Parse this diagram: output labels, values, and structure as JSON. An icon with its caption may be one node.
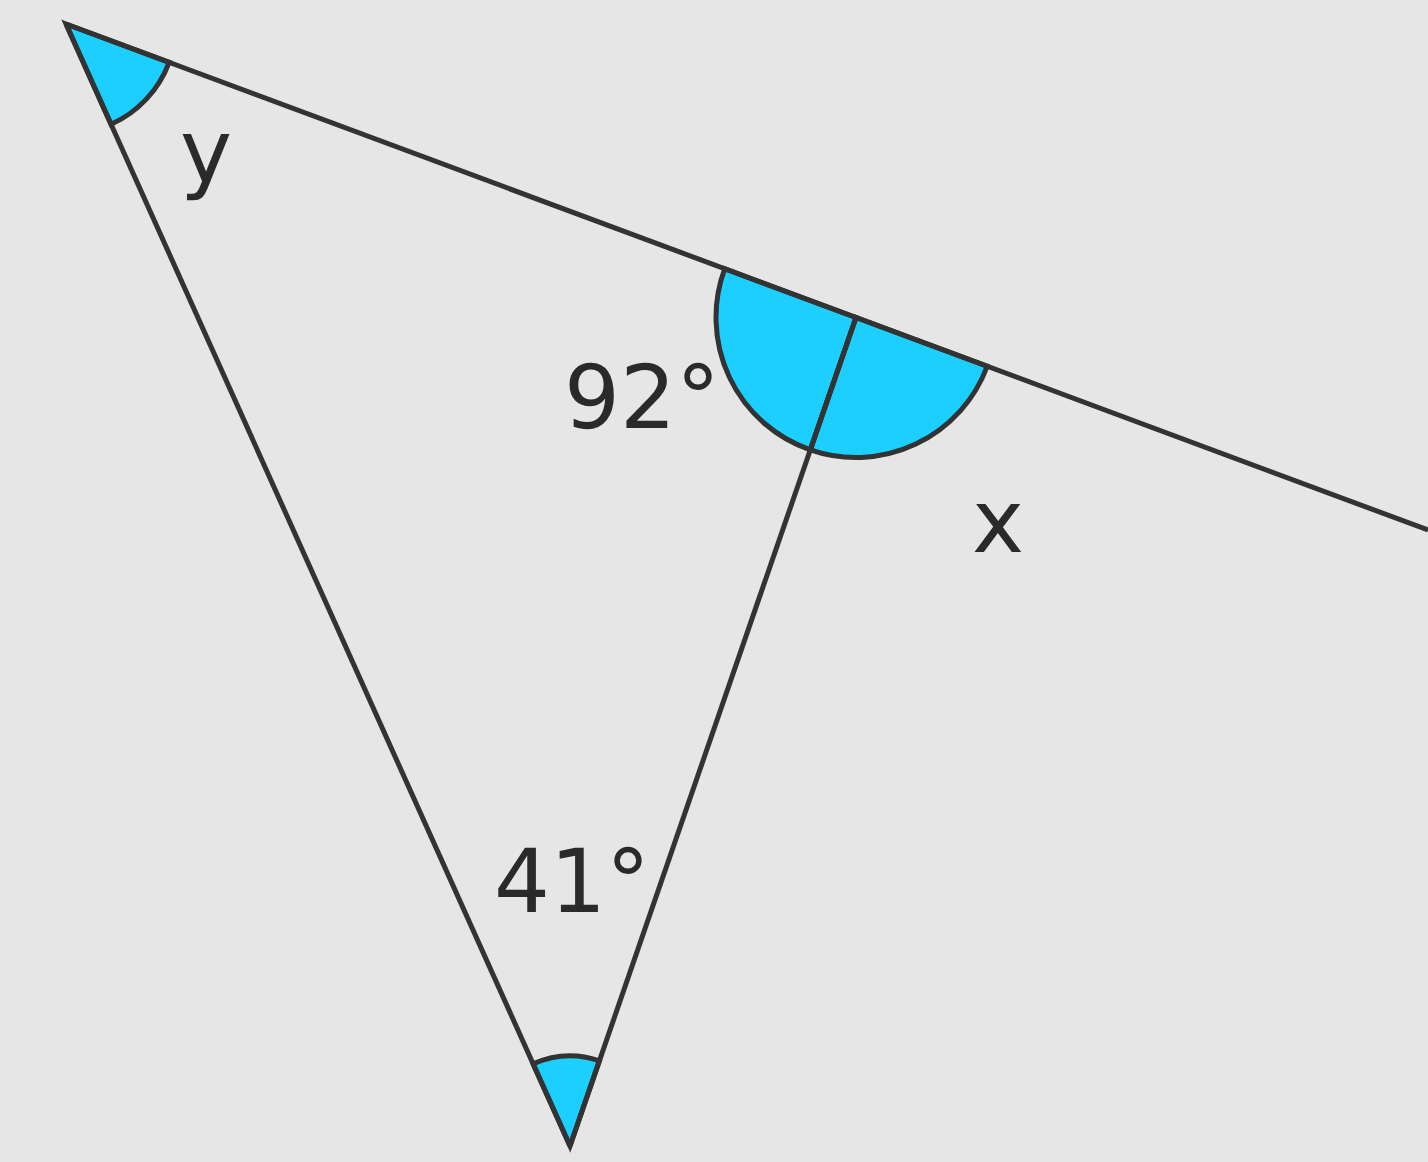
{
  "diagram": {
    "labels": [
      "y",
      "92°",
      "x",
      "41°"
    ]
  }
}
